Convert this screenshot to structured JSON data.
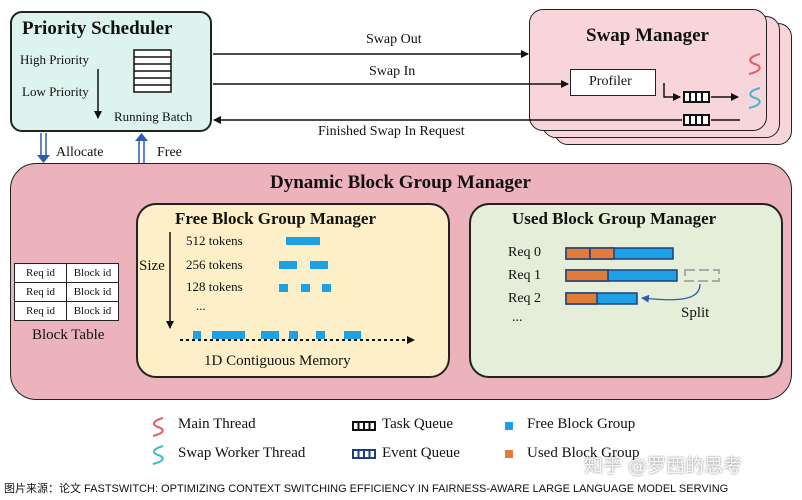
{
  "scheduler": {
    "title": "Priority Scheduler",
    "high_priority": "High Priority",
    "low_priority": "Low Priority",
    "running_batch": "Running Batch",
    "allocate": "Allocate",
    "free": "Free"
  },
  "arrows": {
    "swap_out": "Swap Out",
    "swap_in": "Swap In",
    "finished_swap_in": "Finished Swap In Request"
  },
  "swap_manager": {
    "title": "Swap Manager",
    "profiler": "Profiler"
  },
  "dbgm": {
    "title": "Dynamic Block Group Manager",
    "block_table": {
      "label": "Block Table",
      "rows": [
        [
          "Req id",
          "Block id"
        ],
        [
          "Req id",
          "Block id"
        ],
        [
          "Req id",
          "Block id"
        ]
      ]
    },
    "free_manager": {
      "title": "Free Block Group Manager",
      "size_label": "Size",
      "sizes": [
        "512 tokens",
        "256 tokens",
        "128 tokens",
        "..."
      ],
      "memory_label": "1D Contiguous Memory"
    },
    "used_manager": {
      "title": "Used Block Group Manager",
      "requests": [
        "Req 0",
        "Req 1",
        "Req 2",
        "..."
      ],
      "split_label": "Split"
    }
  },
  "legend": {
    "main_thread": "Main Thread",
    "swap_worker_thread": "Swap Worker Thread",
    "task_queue": "Task Queue",
    "event_queue": "Event Queue",
    "free_block_group": "Free Block Group",
    "used_block_group": "Used Block Group"
  },
  "colors": {
    "scheduler_bg": "#dcf3ee",
    "swap_bg": "#f7d5da",
    "dbgm_bg": "#ecb3bd",
    "free_bg": "#fdf0c8",
    "used_bg": "#e5eed9",
    "free_block": "#1ea0e6",
    "used_block": "#e07b39",
    "event_queue": "#1f3f7a",
    "main_thread": "#e35b63",
    "swap_thread": "#3cbcc8"
  },
  "caption": "图片来源：论文 FASTSWITCH: OPTIMIZING CONTEXT SWITCHING EFFICIENCY IN FAIRNESS-AWARE LARGE LANGUAGE MODEL SERVING",
  "watermark": "知乎 @罗西的思考"
}
